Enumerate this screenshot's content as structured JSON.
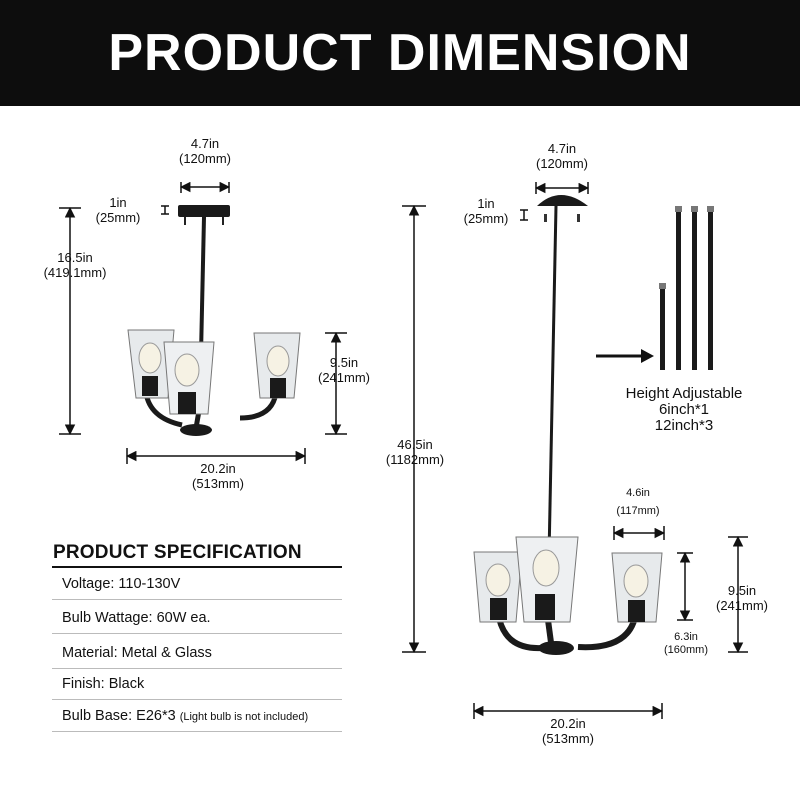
{
  "header": {
    "title": "PRODUCT DIMENSION"
  },
  "left_view": {
    "top_width": {
      "imperial": "4.7in",
      "metric": "(120mm)"
    },
    "canopy_height": {
      "imperial": "1in",
      "metric": "(25mm)"
    },
    "total_height": {
      "imperial": "16.5in",
      "metric": "(419.1mm)"
    },
    "shade_height": {
      "imperial": "9.5in",
      "metric": "(241mm)"
    },
    "overall_width": {
      "imperial": "20.2in",
      "metric": "(513mm)"
    }
  },
  "right_view": {
    "top_width": {
      "imperial": "4.7in",
      "metric": "(120mm)"
    },
    "canopy_height": {
      "imperial": "1in",
      "metric": "(25mm)"
    },
    "total_height": {
      "imperial": "46.5in",
      "metric": "(1182mm)"
    },
    "shade_width": {
      "imperial": "4.6in",
      "metric": "(117mm)"
    },
    "arm_height": {
      "imperial": "6.3in",
      "metric": "(160mm)"
    },
    "shade_height": {
      "imperial": "9.5in",
      "metric": "(241mm)"
    },
    "overall_width": {
      "imperial": "20.2in",
      "metric": "(513mm)"
    }
  },
  "height_adjustable": {
    "title": "Height Adjustable",
    "rod_1": "6inch*1",
    "rod_2": "12inch*3"
  },
  "spec": {
    "title": "PRODUCT SPECIFICATION",
    "rows": [
      {
        "text": "Voltage: 110-130V",
        "note": ""
      },
      {
        "text": "Bulb Wattage: 60W ea.",
        "note": ""
      },
      {
        "text": "Material: Metal & Glass",
        "note": ""
      },
      {
        "text": "Finish: Black",
        "note": ""
      },
      {
        "text": "Bulb Base: E26*3 ",
        "note": "(Light bulb is not included)"
      }
    ]
  }
}
